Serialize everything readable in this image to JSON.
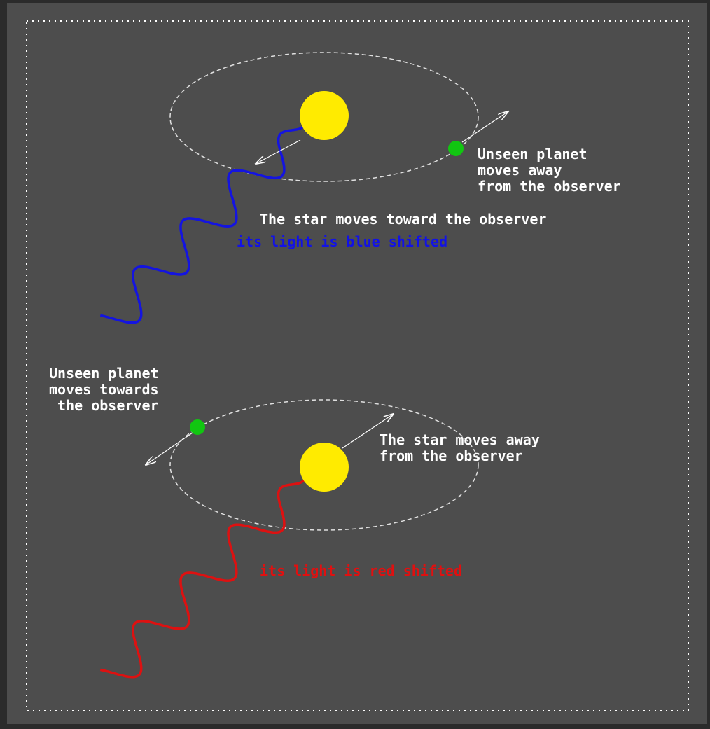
{
  "top_panel": {
    "planet_label": "Unseen planet\nmoves away\nfrom the observer",
    "star_label": "The star moves toward the observer",
    "shift_label": "its light is blue shifted"
  },
  "bottom_panel": {
    "planet_label": "Unseen planet\nmoves towards\nthe observer",
    "star_label": "The star moves away\nfrom the observer",
    "shift_label": "its light is red shifted"
  },
  "colors": {
    "background": "#4d4d4d",
    "star": "#ffeb00",
    "planet": "#11c611",
    "blue_light": "#1414e0",
    "red_light": "#dd1111",
    "lines": "#ffffff"
  }
}
